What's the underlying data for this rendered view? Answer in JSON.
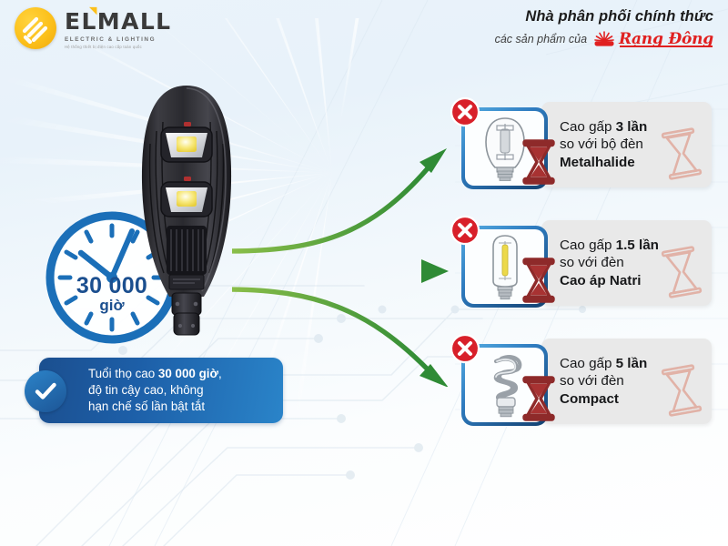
{
  "header": {
    "brand": {
      "name": "ELMALL",
      "subtitle": "ELECTRIC & LIGHTING",
      "tagline": "Hệ thống thiết bị điện cao cấp toàn quốc",
      "logo_icon": "striped-circle-logo-icon",
      "logo_color": "#fcc01a"
    },
    "slogan": {
      "line1": "Nhà phân phối chính thức",
      "line2": "các sản phẩm của",
      "partner_name": "Rạng Đông",
      "partner_icon": "sunburst-icon",
      "partner_color": "#e02020"
    }
  },
  "product": {
    "name": "led-street-light",
    "icon": "led-street-lamp-icon",
    "body_color": "#2b2b2f",
    "led_modules": 2
  },
  "clock": {
    "icon": "clock-icon",
    "value": "30 000",
    "unit": "giờ",
    "color": "#1b6fb8",
    "hour_hand_position": "11",
    "minute_hand_position": "1"
  },
  "feature_banner": {
    "icon": "check-circle-icon",
    "text_prefix": "Tuổi thọ cao ",
    "text_highlight": "30 000 giờ",
    "text_suffix": ",",
    "line2": "độ tin cậy cao, không",
    "line3": "hạn chế số lần bật tắt",
    "bg_color": "#1d5fa8"
  },
  "arrows": {
    "count": 3,
    "color": "#4f9b35",
    "icon": "arrow-right-icon"
  },
  "comparison_cards": [
    {
      "badge_icon": "red-x-circle-icon",
      "bulb_icon": "metal-halide-bulb-icon",
      "hourglass_icon": "hourglass-icon",
      "ghost_hourglass_icon": "hourglass-outline-icon",
      "line1_prefix": "Cao gấp ",
      "line1_value": "3 lần",
      "line2": "so với bộ đèn",
      "line3": "Metalhalide"
    },
    {
      "badge_icon": "red-x-circle-icon",
      "bulb_icon": "sodium-vapor-bulb-icon",
      "hourglass_icon": "hourglass-icon",
      "ghost_hourglass_icon": "hourglass-outline-icon",
      "line1_prefix": "Cao gấp ",
      "line1_value": "1.5 lần",
      "line2": "so với đèn",
      "line3": "Cao áp Natri"
    },
    {
      "badge_icon": "red-x-circle-icon",
      "bulb_icon": "compact-fluorescent-bulb-icon",
      "hourglass_icon": "hourglass-icon",
      "ghost_hourglass_icon": "hourglass-outline-icon",
      "line1_prefix": "Cao gấp ",
      "line1_value": "5 lần",
      "line2": "so với đèn",
      "line3": "Compact"
    }
  ],
  "background": {
    "pattern": "circuit-board-pattern",
    "rays": "light-rays",
    "base_color": "#eef5fb"
  }
}
